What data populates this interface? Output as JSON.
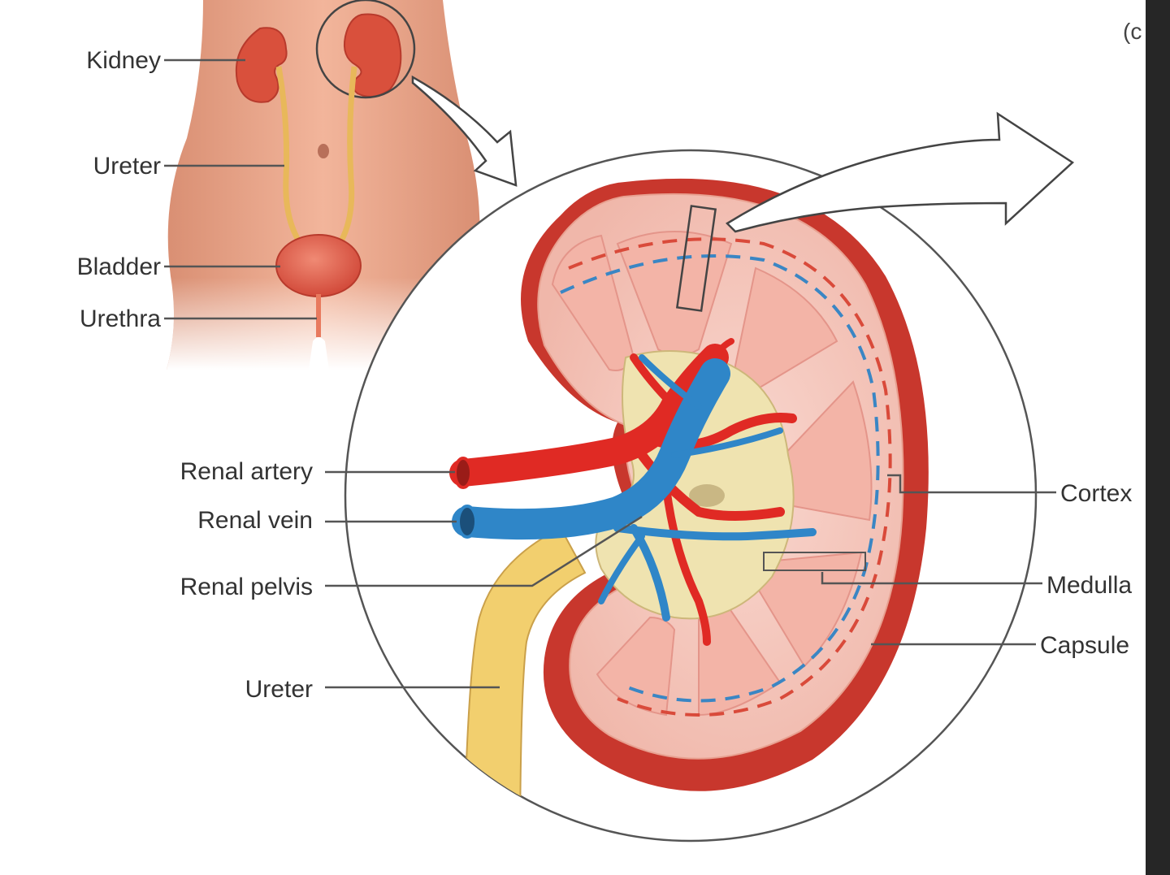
{
  "figure": {
    "corner_label": "(c",
    "body_labels": {
      "kidney": "Kidney",
      "ureter": "Ureter",
      "bladder": "Bladder",
      "urethra": "Urethra"
    },
    "section_labels": {
      "renal_artery": "Renal artery",
      "renal_vein": "Renal vein",
      "renal_pelvis": "Renal pelvis",
      "ureter": "Ureter",
      "cortex": "Cortex",
      "medulla": "Medulla",
      "capsule": "Capsule"
    }
  },
  "colors": {
    "skin": "#e9a389",
    "kidney": "#d9503c",
    "capsule": "#c8372d",
    "cortex": "#f6c9c0",
    "artery": "#e02a24",
    "vein": "#2f86c8",
    "ureter": "#f2cf6e",
    "pelvis": "#efe3b0"
  }
}
